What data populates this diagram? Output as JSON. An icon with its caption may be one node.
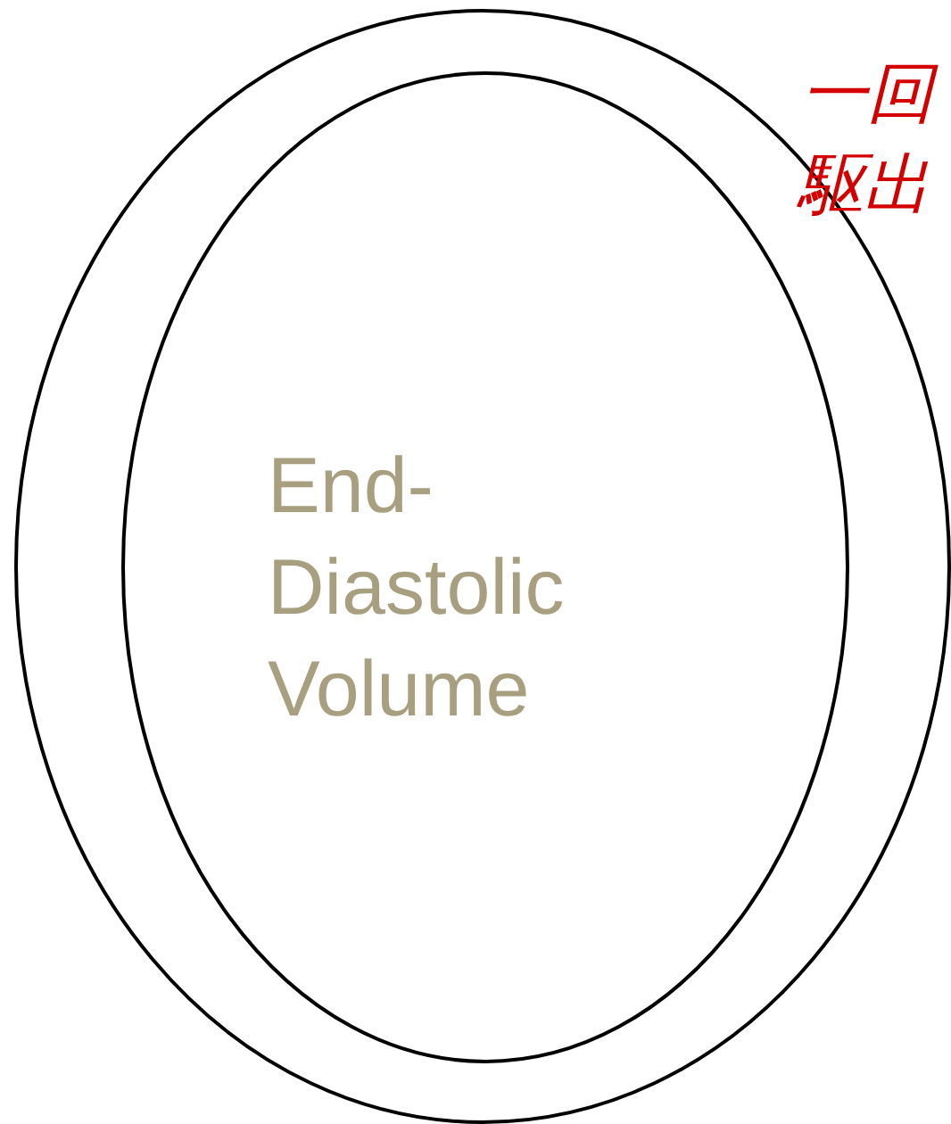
{
  "diagram": {
    "nodes": [
      {
        "text": [],
        "shape": "ellipse"
      },
      {
        "text": [
          "End- Diastolic Volume"
        ],
        "in": 0
      }
    ],
    "labels": [
      "一回",
      "駆出"
    ]
  }
}
